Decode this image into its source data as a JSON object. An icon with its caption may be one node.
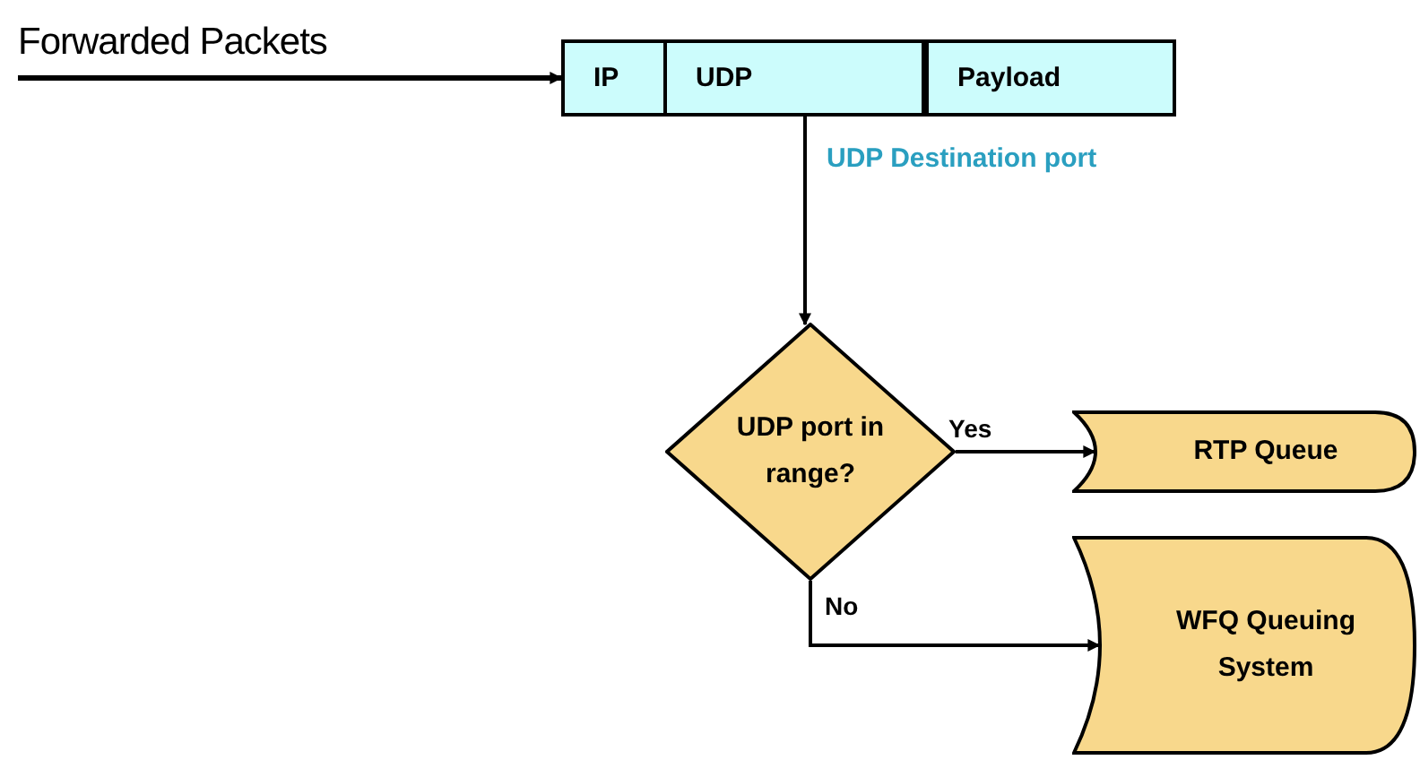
{
  "diagram": {
    "nodes": [
      {
        "text": [
          "IP"
        ]
      },
      {
        "text": [
          "UDP"
        ]
      },
      {
        "text": [
          "Payload"
        ]
      },
      {
        "text": [
          "UDP port in range?"
        ]
      },
      {
        "text": [
          "RTP Queue"
        ]
      },
      {
        "text": [
          "WFQ Queuing System"
        ]
      }
    ],
    "edges": [
      {
        "from": null,
        "to": 0,
        "arrow": "to",
        "label": "Forwarded Packets"
      },
      {
        "from": 1,
        "to": 3,
        "arrow": "to",
        "label": "UDP Destination port"
      },
      {
        "from": 3,
        "to": 4,
        "arrow": "to",
        "label": "Yes"
      },
      {
        "from": 3,
        "to": 5,
        "arrow": "to",
        "label": "No"
      }
    ]
  }
}
